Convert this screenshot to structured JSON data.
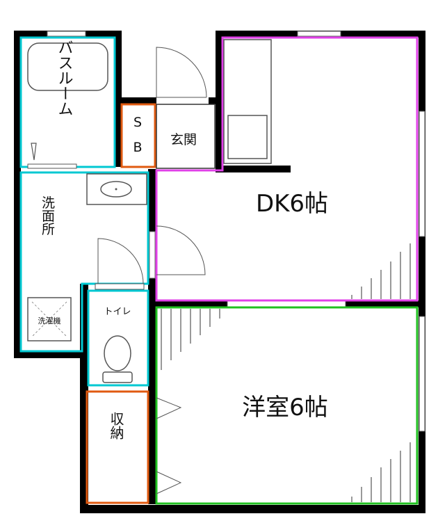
{
  "rooms": {
    "bathroom": "バスルーム",
    "shoe_box_s": "S",
    "shoe_box_b": "B",
    "entrance": "玄関",
    "dk": "DK6帖",
    "washroom": "洗面所",
    "washing_machine": "洗濯機",
    "toilet": "トイレ",
    "western_room": "洋室6帖",
    "storage": "収納"
  },
  "colors": {
    "wall": "#000000",
    "wet_area": "#00c8d2",
    "storage": "#e05a10",
    "dk": "#e040e8",
    "western_room": "#20c020",
    "fixture": "#555555"
  }
}
